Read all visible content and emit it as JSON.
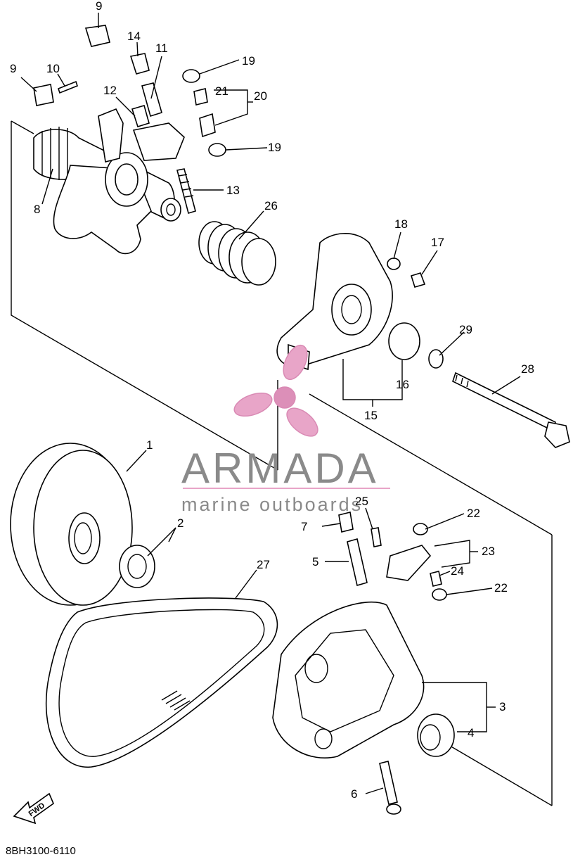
{
  "diagram": {
    "drawing_code": "8BH3100-6110",
    "fwd_label": "FWD",
    "callouts": [
      "1",
      "2",
      "3",
      "4",
      "5",
      "6",
      "7",
      "8",
      "9",
      "9",
      "10",
      "11",
      "12",
      "13",
      "14",
      "15",
      "16",
      "17",
      "18",
      "19",
      "19",
      "20",
      "21",
      "22",
      "22",
      "23",
      "24",
      "25",
      "26",
      "27",
      "28",
      "29"
    ]
  },
  "watermark": {
    "title": "ARMADA",
    "subtitle": "marine outboards",
    "logo_color": "#e8a5c8",
    "text_color": "#8a8a8a"
  }
}
